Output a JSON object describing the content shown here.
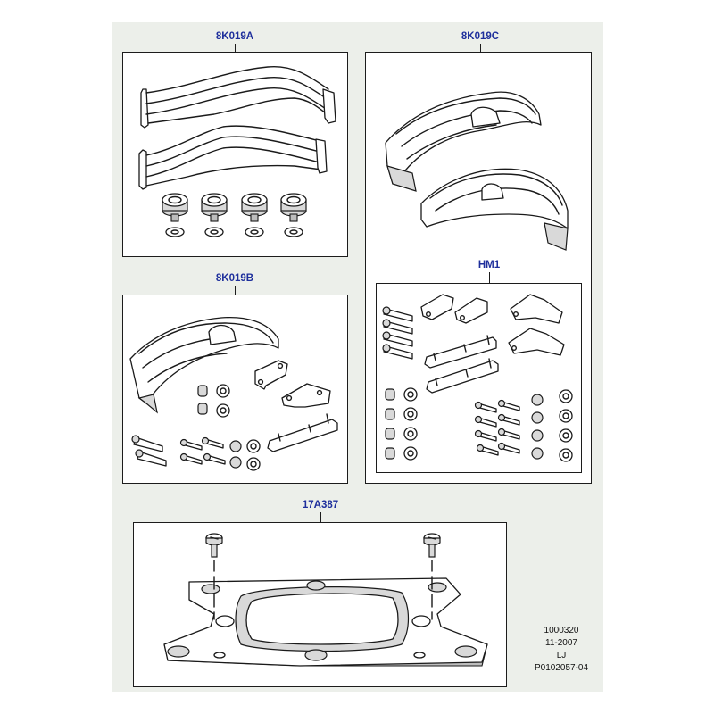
{
  "kits": [
    {
      "code": "8K019A"
    },
    {
      "code": "8K019C"
    },
    {
      "code": "8K019B"
    },
    {
      "code": "HM1"
    },
    {
      "code": "17A387"
    }
  ],
  "stamp": {
    "line1": "1000320",
    "line2": "11-2007",
    "line3": "LJ",
    "line4": "P0102057-04"
  },
  "colors": {
    "label": "#1e2f9c",
    "panel_background": "#ecefea",
    "line": "#1a1a1a"
  }
}
